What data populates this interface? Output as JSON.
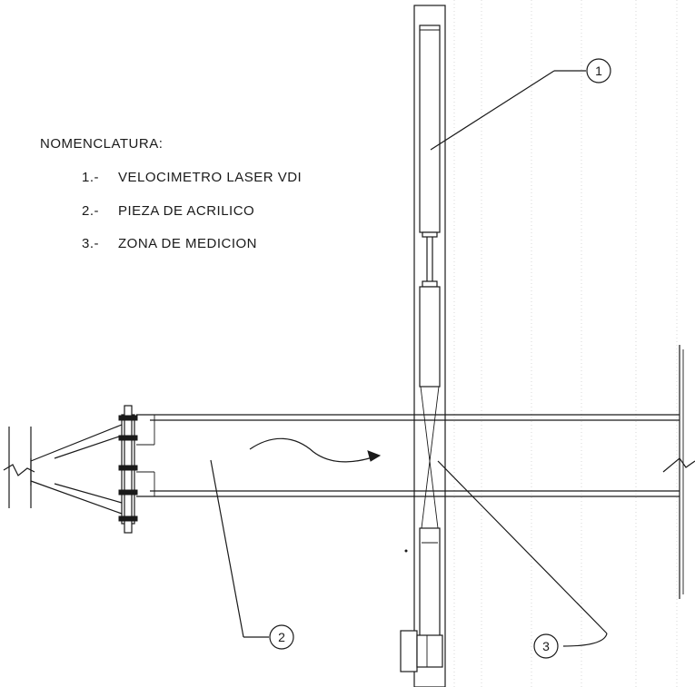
{
  "legend": {
    "title": "NOMENCLATURA:",
    "items": [
      {
        "number": "1.-",
        "label": "VELOCIMETRO LASER VDI"
      },
      {
        "number": "2.-",
        "label": "PIEZA DE ACRILICO"
      },
      {
        "number": "3.-",
        "label": "ZONA DE MEDICION"
      }
    ]
  },
  "callouts": [
    {
      "id": "callout-1",
      "text": "1"
    },
    {
      "id": "callout-2",
      "text": "2"
    },
    {
      "id": "callout-3",
      "text": "3"
    }
  ]
}
